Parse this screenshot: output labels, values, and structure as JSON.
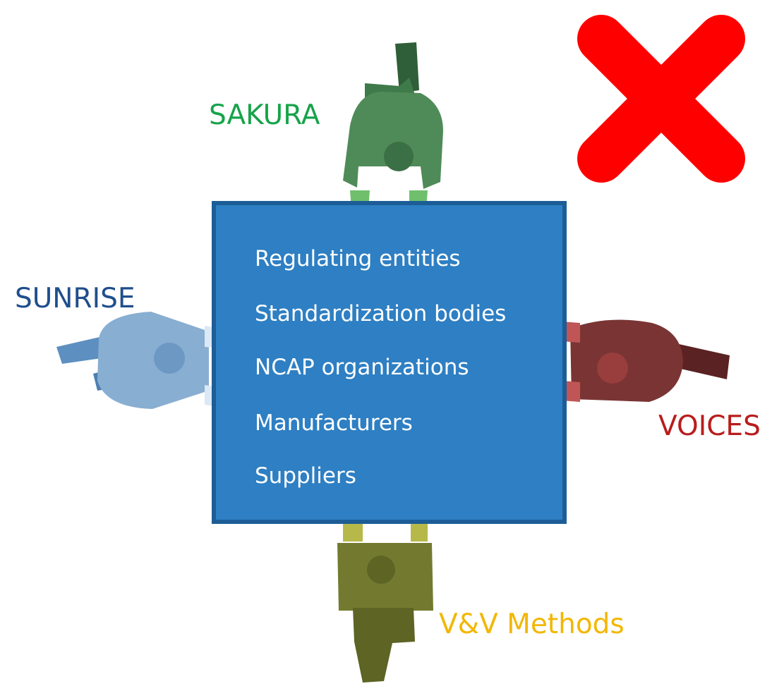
{
  "center_box": {
    "items": [
      "Regulating entities",
      "Standardization bodies",
      "NCAP organizations",
      "Manufacturers",
      "Suppliers"
    ]
  },
  "participants": {
    "top": {
      "label": "SAKURA",
      "color": "#16a34a"
    },
    "left": {
      "label": "SUNRISE",
      "color": "#1f4e8c"
    },
    "right": {
      "label": "VOICES",
      "color": "#b91c1c"
    },
    "bottom": {
      "label": "V&V Methods",
      "color": "#f2b705"
    }
  },
  "reject_mark": {
    "icon": "cross-icon",
    "color": "#ff0000"
  }
}
